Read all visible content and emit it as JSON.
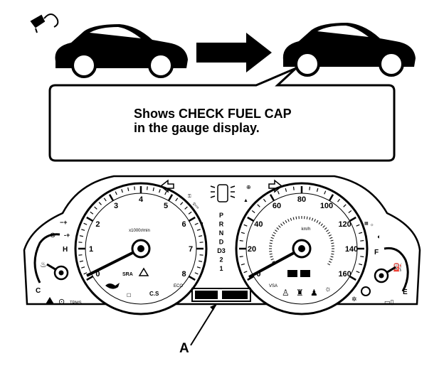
{
  "callout": {
    "line1": "Shows CHECK FUEL CAP",
    "line2": "in the gauge display."
  },
  "callout_label": "A",
  "tachometer": {
    "ticks": [
      "0",
      "1",
      "2",
      "3",
      "4",
      "5",
      "6",
      "7",
      "8"
    ],
    "unit": "x1000r/min"
  },
  "speedometer": {
    "ticks": [
      "0",
      "20",
      "40",
      "60",
      "80",
      "100",
      "120",
      "140",
      "160"
    ],
    "unit": "km/h"
  },
  "temp_gauge": {
    "hot": "H",
    "cold": "C"
  },
  "fuel_gauge": {
    "full": "F",
    "empty": "E"
  },
  "shift_indicator": [
    "P",
    "R",
    "N",
    "D",
    "D3",
    "2",
    "1"
  ],
  "icons": {
    "fuel_cap": "fuel-cap-icon",
    "turn_left": "turn-signal-left-icon",
    "turn_right": "turn-signal-right-icon",
    "arrow": "right-arrow-icon"
  }
}
